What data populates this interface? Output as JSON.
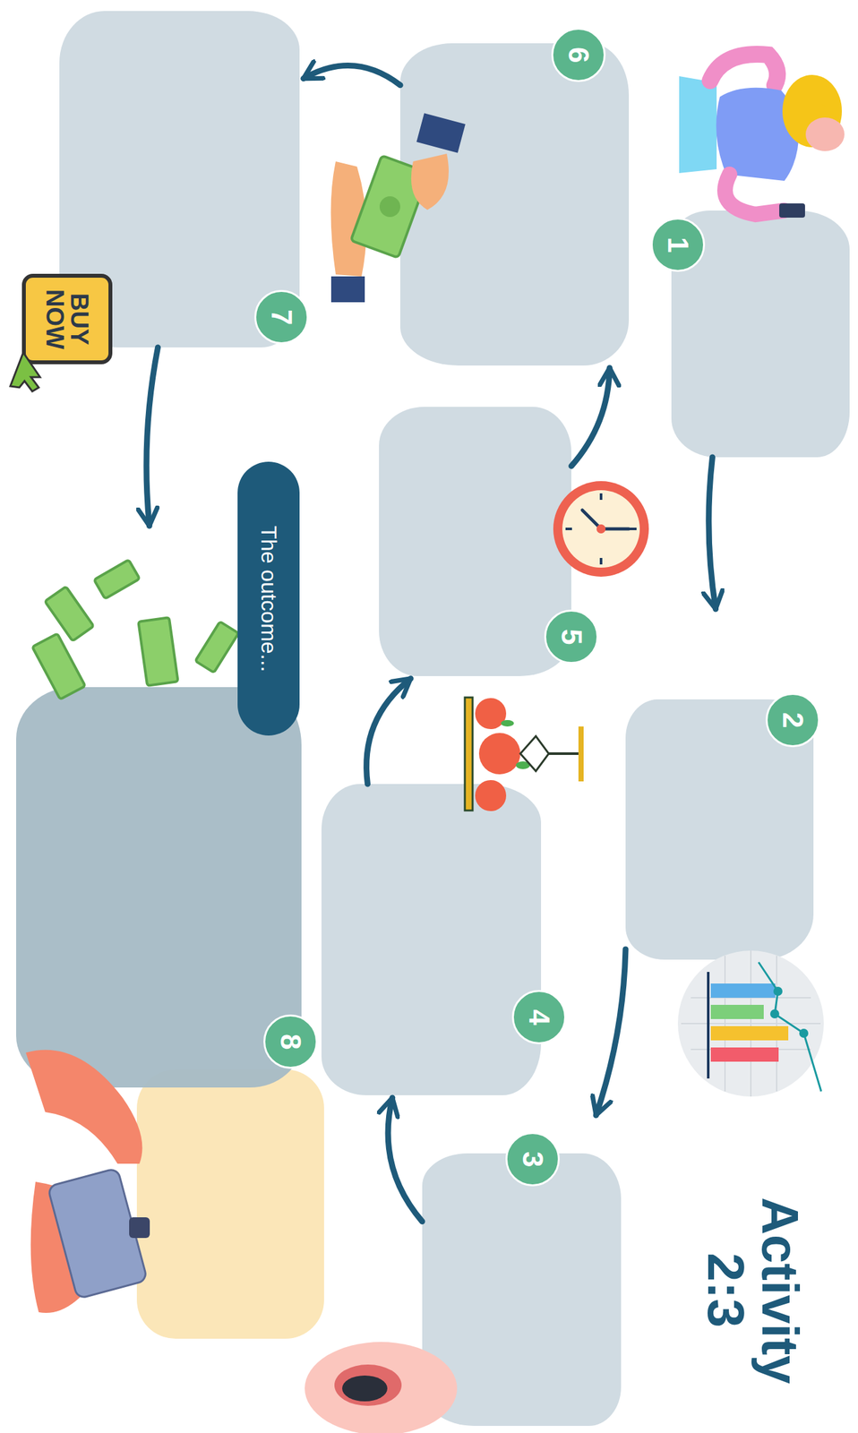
{
  "diagram": {
    "title": "Activity 2:3",
    "nodes": [
      {
        "text": [
          "1"
        ]
      },
      {
        "text": [
          "2"
        ]
      },
      {
        "text": [
          "3"
        ]
      },
      {
        "text": [
          "4"
        ]
      },
      {
        "text": [
          "5"
        ]
      },
      {
        "text": [
          "6"
        ]
      },
      {
        "text": [
          "7"
        ]
      },
      {
        "text": [
          "8",
          "The outcome..."
        ]
      }
    ],
    "edges": [
      {
        "from": 0,
        "to": 1,
        "arrow": "to"
      },
      {
        "from": 1,
        "to": 2,
        "arrow": "to"
      },
      {
        "from": 2,
        "to": 3,
        "arrow": "to"
      },
      {
        "from": 3,
        "to": 4,
        "arrow": "to"
      },
      {
        "from": 4,
        "to": 5,
        "arrow": "to"
      },
      {
        "from": 5,
        "to": 6,
        "arrow": "to"
      },
      {
        "from": 6,
        "to": 7,
        "arrow": "to"
      }
    ],
    "labels": [
      "BUY NOW"
    ]
  }
}
